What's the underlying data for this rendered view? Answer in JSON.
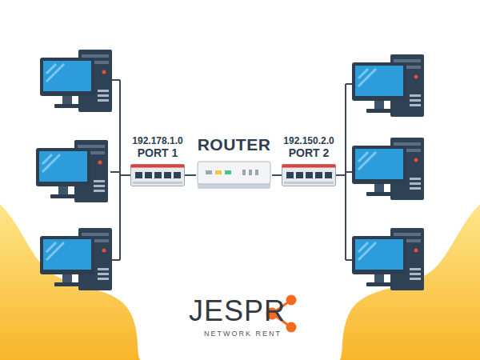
{
  "diagram": {
    "nodes": [
      {
        "text": [
          "192.178.1.0",
          "PORT 1"
        ]
      },
      {
        "text": [
          "ROUTER"
        ]
      },
      {
        "text": [
          "192.150.2.0",
          "PORT 2"
        ]
      }
    ],
    "edges": [
      {
        "from": 0,
        "to": 1,
        "arrow": "none"
      },
      {
        "from": 1,
        "to": 2,
        "arrow": "none"
      }
    ],
    "labels": [
      "JESPR",
      "NETWORK RENT"
    ]
  }
}
